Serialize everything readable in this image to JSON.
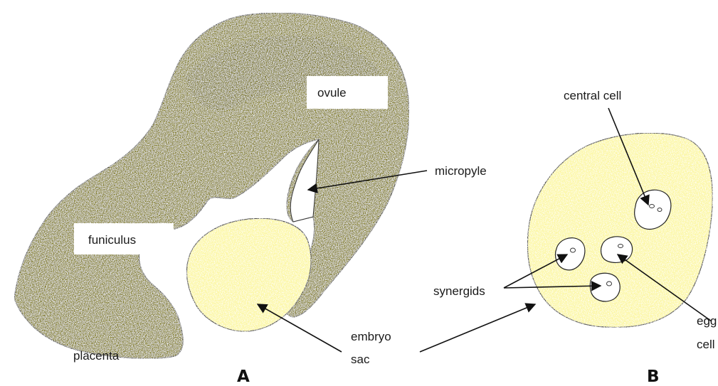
{
  "colors": {
    "tissue": "#7a7508",
    "tissue_dark": "#5c5800",
    "sac": "#fcf7a4",
    "outline": "#222222"
  },
  "labels": {
    "ovule": "ovule",
    "micropyle": "micropyle",
    "funiculus": "funiculus",
    "placenta": "placenta",
    "embryo_sac_line1": "embryo",
    "embryo_sac_line2": "sac",
    "central_cell": "central cell",
    "synergids": "synergids",
    "egg_cell_line1": "egg",
    "egg_cell_line2": "cell"
  },
  "panels": {
    "a": "A",
    "b": "B"
  }
}
